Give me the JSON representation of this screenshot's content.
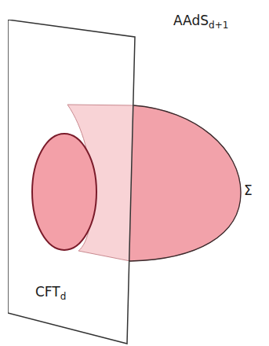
{
  "diagram": {
    "nodes": [
      {
        "text": [
          "CFT",
          "d"
        ]
      }
    ],
    "labels": [
      "AAdS",
      "d+1",
      "Σ"
    ]
  }
}
